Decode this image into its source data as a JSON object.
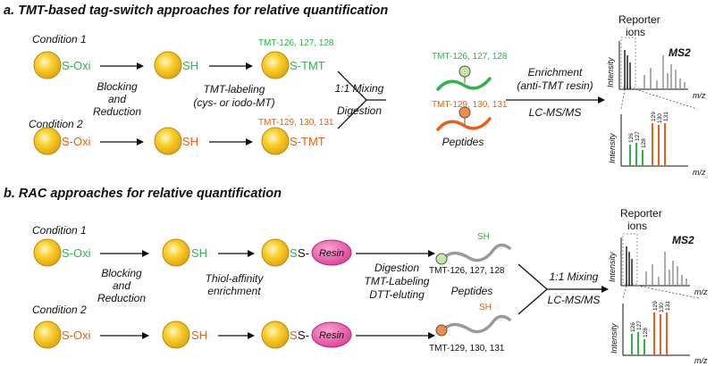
{
  "colors": {
    "green": "#2fb34a",
    "orange": "#e5621a",
    "gray": "#999999",
    "bead_fill": "#f7c21d",
    "bead_stroke": "#b88a10",
    "resin_fill": "#e24aa0",
    "resin_stroke": "#b02a78",
    "peptide_bead_green": "#c6e7a3",
    "peptide_bead_orange": "#f28a4a"
  },
  "panel_a": {
    "title": "a. TMT-based tag-switch approaches for relative quantification",
    "condition_1": "Condition 1",
    "condition_2": "Condition 2",
    "s_oxi": "S-Oxi",
    "sh": "SH",
    "s_tmt": "S-TMT",
    "blocking": "Blocking",
    "and": "and",
    "reduction": "Reduction",
    "tmt_labeling": "TMT-labeling",
    "tmt_labeling_sub": "(cys- or iodo-MT)",
    "tmt_green_label": "TMT-126, 127, 128",
    "tmt_orange_label": "TMT-129, 130, 131",
    "mixing": "1:1 Mixing",
    "digestion": "Digestion",
    "peptides": "Peptides",
    "enrichment": "Enrichment",
    "enrichment_sub": "(anti-TMT resin)",
    "lcms": "LC-MS/MS",
    "reporter": "Reporter",
    "ions": "ions",
    "ms2": "MS2",
    "intensity": "Intensity",
    "mz": "m/z",
    "channels": [
      "126",
      "127",
      "128",
      "129",
      "130",
      "131"
    ]
  },
  "panel_b": {
    "title": "b. RAC approaches for relative quantification",
    "condition_1": "Condition 1",
    "condition_2": "Condition 2",
    "s_oxi": "S-Oxi",
    "sh": "SH",
    "ss_prefix": "S",
    "ss_suffix": "S-",
    "resin": "Resin",
    "blocking": "Blocking",
    "and": "and",
    "reduction": "Reduction",
    "thiol_affinity": "Thiol-affinity",
    "enrichment": "enrichment",
    "digestion": "Digestion",
    "tmt_labeling": "TMT-Labeling",
    "dtt_eluting": "DTT-eluting",
    "peptides": "Peptides",
    "tmt_green_label": "TMT-126, 127, 128",
    "tmt_orange_label": "TMT-129, 130, 131",
    "mixing": "1:1 Mixing",
    "lcms": "LC-MS/MS",
    "reporter": "Reporter",
    "ions": "ions",
    "ms2": "MS2",
    "intensity": "Intensity",
    "mz": "m/z",
    "channels": [
      "126",
      "127",
      "128",
      "129",
      "130",
      "131"
    ]
  }
}
